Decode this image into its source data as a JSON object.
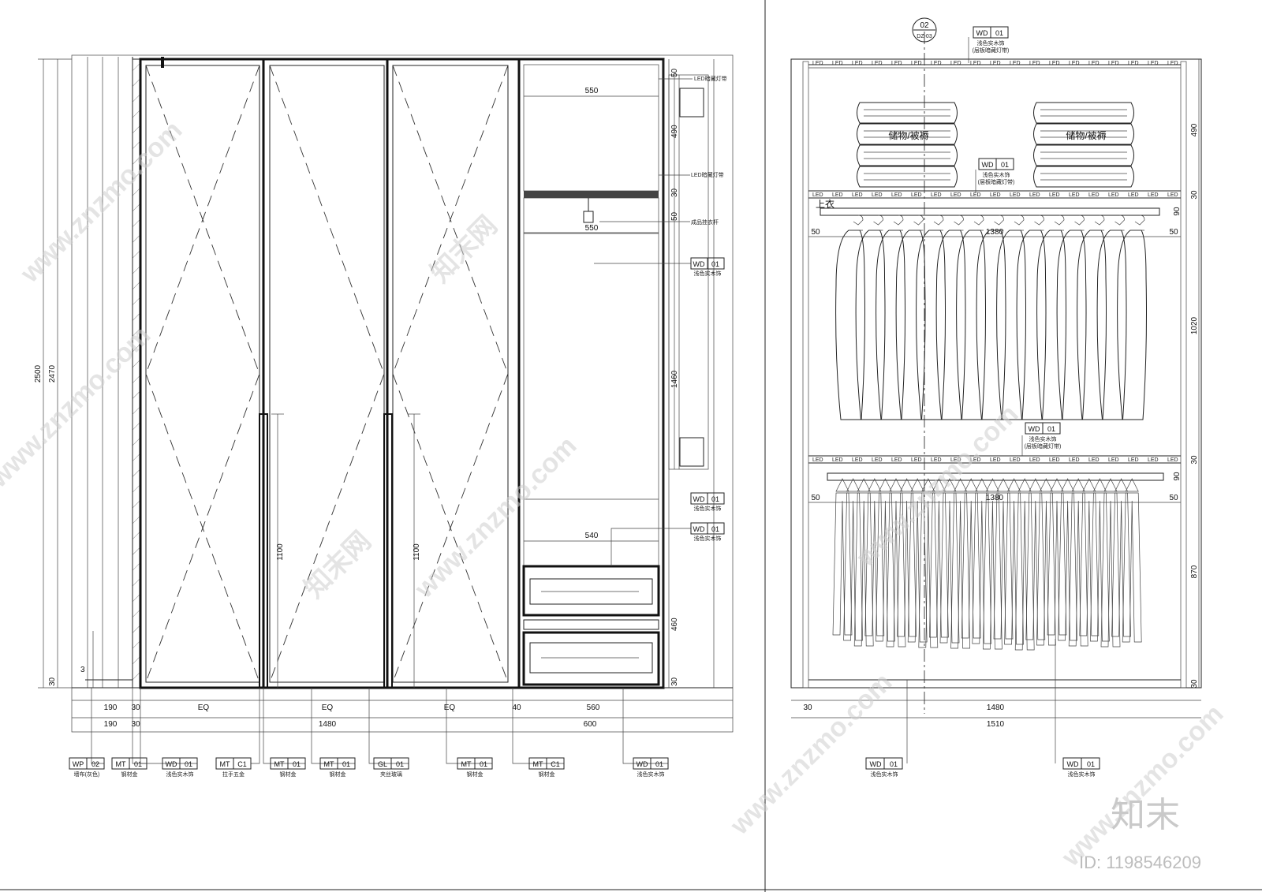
{
  "left_elevation": {
    "dims_vertical_left": [
      "2500",
      "2470",
      "3",
      "30"
    ],
    "dims_vertical_right": [
      "50",
      "490",
      "30",
      "50",
      "1460",
      "460",
      "30"
    ],
    "dims_inner": [
      "550",
      "550",
      "540",
      "1100",
      "1100"
    ],
    "dims_bottom_row1": [
      "190",
      "30",
      "EQ",
      "EQ",
      "EQ",
      "40",
      "560"
    ],
    "dims_bottom_row2": [
      "190",
      "30",
      "1480",
      "600"
    ],
    "callout_notes": [
      "LED暗藏灯带",
      "LED暗藏灯带",
      "成品挂衣杆"
    ],
    "inline_tags": [
      {
        "code": "WD",
        "num": "01",
        "note": "浅色实木饰"
      },
      {
        "code": "WD",
        "num": "01",
        "note": "浅色实木饰"
      },
      {
        "code": "WD",
        "num": "01",
        "note": "浅色实木饰"
      }
    ],
    "bottom_tags": [
      {
        "code": "WP",
        "num": "02",
        "note": "墙布(灰色)"
      },
      {
        "code": "MT",
        "num": "01",
        "note": "钢材金"
      },
      {
        "code": "WD",
        "num": "01",
        "note": "浅色实木饰"
      },
      {
        "code": "MT",
        "num": "C1",
        "note": "拉手五金"
      },
      {
        "code": "MT",
        "num": "01",
        "note": "钢材金"
      },
      {
        "code": "MT",
        "num": "01",
        "note": "钢材金"
      },
      {
        "code": "GL",
        "num": "01",
        "note": "夹丝玻璃"
      },
      {
        "code": "MT",
        "num": "01",
        "note": "钢材金"
      },
      {
        "code": "MT",
        "num": "C1",
        "note": "钢材金"
      },
      {
        "code": "WD",
        "num": "01",
        "note": "浅色实木饰"
      }
    ]
  },
  "right_elevation": {
    "section_marker": {
      "top": "02",
      "bottom": "DZ-03"
    },
    "top_tag": {
      "code": "WD",
      "num": "01",
      "note": "浅色实木饰",
      "note2": "(层板暗藏灯带)"
    },
    "shelf_tag": {
      "code": "WD",
      "num": "01",
      "note": "浅色实木饰",
      "note2": "(层板暗藏灯带)"
    },
    "mid_tag": {
      "code": "WD",
      "num": "01",
      "note": "浅色实木饰",
      "note2": "(层板暗藏灯带)"
    },
    "led_label": "LED",
    "storage_labels": [
      "储物/被褥",
      "储物/被褥"
    ],
    "hanging_label": "上衣",
    "dims_vertical_right": [
      "490",
      "30",
      "90",
      "1020",
      "30",
      "90",
      "870",
      "30"
    ],
    "dims_inner": [
      "50",
      "1380",
      "50",
      "50",
      "1380",
      "50"
    ],
    "dims_bottom_row1": [
      "30",
      "1480"
    ],
    "dims_bottom_row2": [
      "1510"
    ],
    "bottom_tags": [
      {
        "code": "WD",
        "num": "01",
        "note": "浅色实木饰"
      },
      {
        "code": "WD",
        "num": "01",
        "note": "浅色实木饰"
      }
    ]
  },
  "watermark": {
    "site": "www.znzmo.com",
    "brand": "知末网",
    "logo": "知末",
    "id": "ID: 1198546209"
  }
}
